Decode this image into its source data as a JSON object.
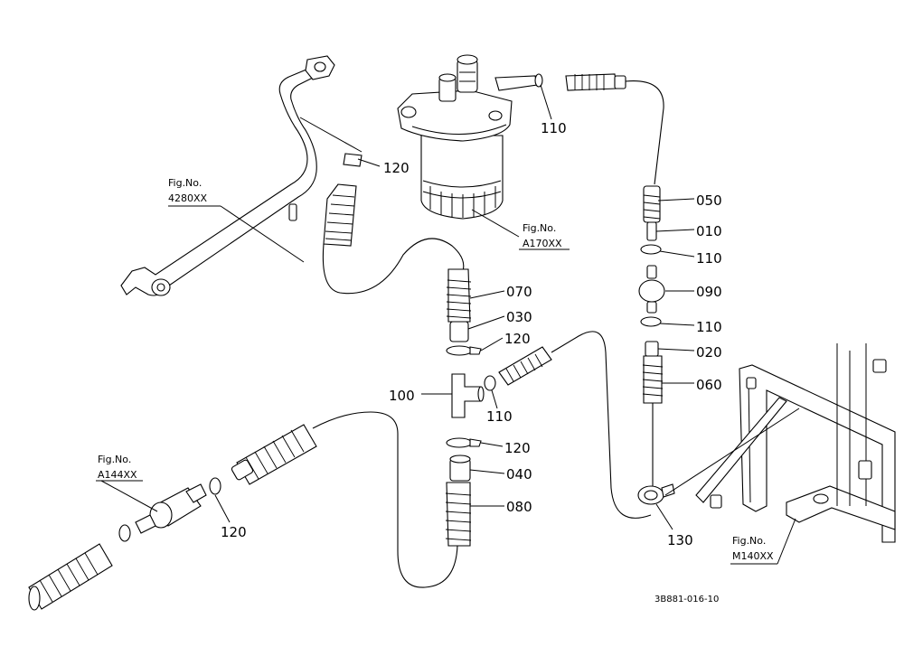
{
  "part_labels": {
    "p110a": "110",
    "p120a": "120",
    "p050": "050",
    "p010": "010",
    "p110b": "110",
    "p090": "090",
    "p070": "070",
    "p030": "030",
    "p110c": "110",
    "p120b": "120",
    "p020": "020",
    "p060": "060",
    "p100": "100",
    "p110d": "110",
    "p120c": "120",
    "p040": "040",
    "p080": "080",
    "p120d": "120",
    "p130": "130"
  },
  "figure_refs": {
    "fig4280_line1": "Fig.No.",
    "fig4280_line2": "4280XX",
    "figA170_line1": "Fig.No.",
    "figA170_line2": "A170XX",
    "figA144_line1": "Fig.No.",
    "figA144_line2": "A144XX",
    "figM140_line1": "Fig.No.",
    "figM140_line2": "M140XX"
  },
  "drawing_code": "3B881-016-10"
}
